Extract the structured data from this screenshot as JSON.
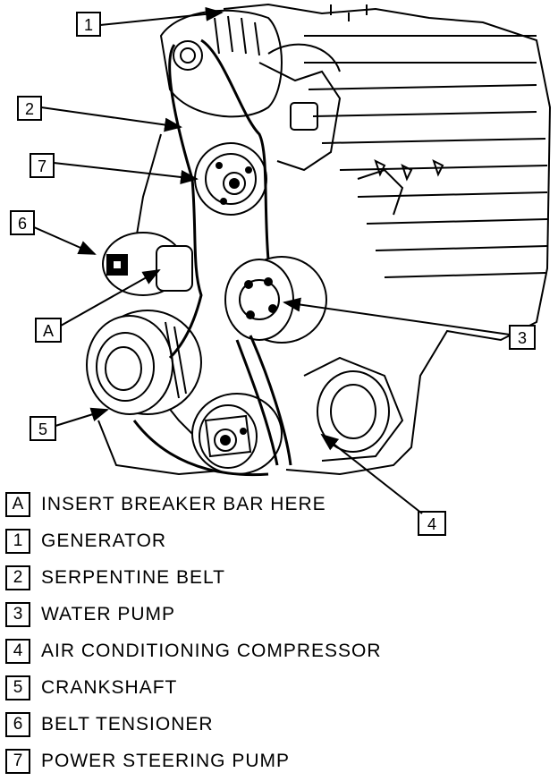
{
  "callouts": {
    "c1": "1",
    "c2": "2",
    "c7": "7",
    "c6": "6",
    "cA": "A",
    "c5": "5",
    "c3": "3",
    "c4": "4"
  },
  "legend": [
    {
      "key": "A",
      "label": "INSERT BREAKER BAR HERE"
    },
    {
      "key": "1",
      "label": "GENERATOR"
    },
    {
      "key": "2",
      "label": "SERPENTINE BELT"
    },
    {
      "key": "3",
      "label": "WATER PUMP"
    },
    {
      "key": "4",
      "label": "AIR CONDITIONING COMPRESSOR"
    },
    {
      "key": "5",
      "label": "CRANKSHAFT"
    },
    {
      "key": "6",
      "label": "BELT TENSIONER"
    },
    {
      "key": "7",
      "label": "POWER STEERING PUMP"
    }
  ]
}
